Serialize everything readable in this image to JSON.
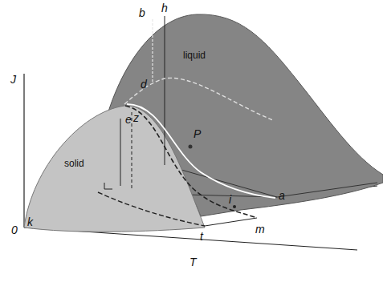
{
  "diagram": {
    "labels": [
      "J",
      "b",
      "h",
      "liquid",
      "d",
      "z",
      "e",
      "P",
      "solid",
      "a",
      "i",
      "t",
      "m",
      "0",
      "k",
      "T"
    ]
  }
}
